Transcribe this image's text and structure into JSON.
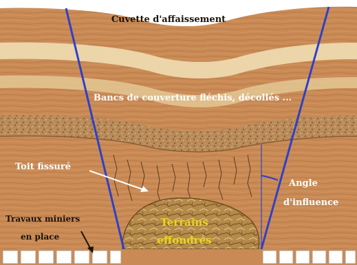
{
  "diagram": {
    "title": "Cuvette d'affaissement",
    "labels": {
      "cover_banks": "Bancs de couverture fléchis, décollés ...",
      "cracked_roof": "Toit fissuré",
      "influence_angle_line1": "Angle",
      "influence_angle_line2": "d'influence",
      "mining_works_line1": "Travaux miniers",
      "mining_works_line2": "en place",
      "collapsed_ground_line1": "Terrains",
      "collapsed_ground_line2": "effondrés"
    },
    "colors": {
      "sky": "#ffffff",
      "wood_base": "#c98a55",
      "wood_dark": "#a86a3a",
      "pale_band": "#ecd5a8",
      "gravel_band": "#b98b5a",
      "rubble": "#b58a4a",
      "influence_lines": "#2f40c8",
      "label_yellow": "#e8d520",
      "label_white": "#ffffff",
      "label_black": "#1a1208"
    }
  }
}
